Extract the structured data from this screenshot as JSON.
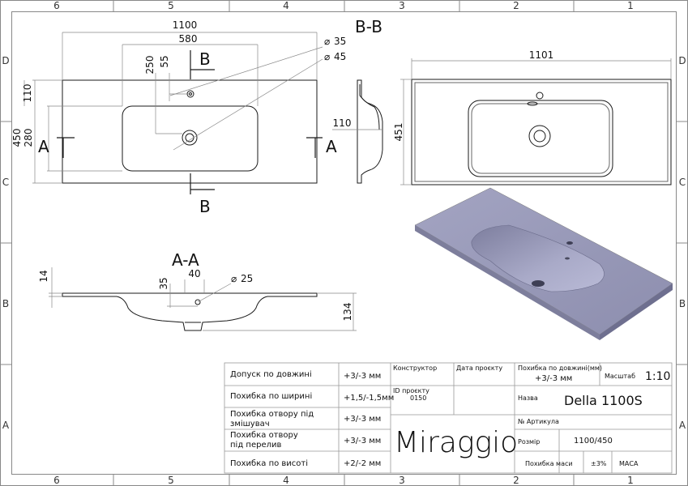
{
  "zones": {
    "columns": [
      "6",
      "5",
      "4",
      "3",
      "2",
      "1"
    ],
    "rows": [
      "D",
      "C",
      "B",
      "A"
    ]
  },
  "views": {
    "section_bb": "B-B",
    "section_aa": "A-A",
    "cut_a": "A",
    "cut_b": "B"
  },
  "dimensions": {
    "top_width": "1100",
    "bowl_width": "580",
    "hole_dia_35": "35",
    "hole_dia_45": "45",
    "dim_250": "250",
    "dim_55": "55",
    "dim_110_left": "110",
    "dim_450": "450",
    "dim_280": "280",
    "side_110": "110",
    "right_width": "1101",
    "right_height": "451",
    "dim_14": "14",
    "dim_35": "35",
    "dim_40": "40",
    "dim_25": "25",
    "dim_134": "134",
    "dia_symbol": "⌀"
  },
  "title_block": {
    "tolerances": [
      {
        "label": "Допуск по довжині",
        "value": "+3/-3 мм"
      },
      {
        "label": "Похибка по ширині",
        "value": "+1,5/-1,5мм"
      },
      {
        "label": "Похибка отвору під",
        "label2": "змішувач",
        "value": "+3/-3 мм"
      },
      {
        "label": "Похибка отвору",
        "label2": "під перелив",
        "value": "+3/-3 мм"
      },
      {
        "label": "Похибка по висоті",
        "value": "+2/-2 мм"
      }
    ],
    "designer_label": "Конструктор",
    "date_label": "Дата проєкту",
    "project_id_label": "ID проєкту",
    "project_id_value": "0150",
    "brand": "Miraggio",
    "length_tol_label": "Похибка по довжині(мм)",
    "length_tol_value": "+3/-3 мм",
    "scale_label": "Масштаб",
    "scale_value": "1:10",
    "name_label": "Назва",
    "name_value": "Della 1100S",
    "article_label": "№ Артикула",
    "size_label": "Розмір",
    "size_value": "1100/450",
    "mass_tol_label": "Похибка маси",
    "mass_tol_value": "±3%",
    "mass_label": "МАСА"
  },
  "colors": {
    "line": "#1a1a1a",
    "gray_line": "#888888",
    "shade_top": "#9a9bb8",
    "shade_dark": "#6e6f8f"
  }
}
